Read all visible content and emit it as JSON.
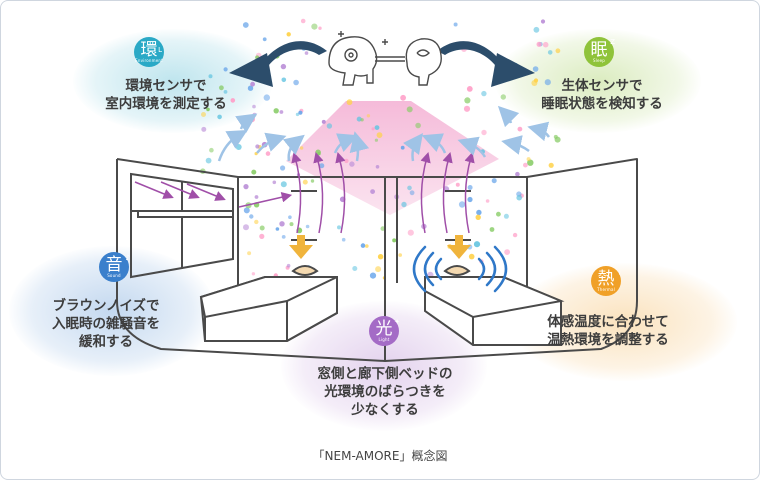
{
  "caption": "「NEM-AMORE」概念図",
  "badges": {
    "environment": {
      "char": "環",
      "sub": "Environment",
      "mark": "L"
    },
    "sleep": {
      "char": "眠",
      "sub": "Sleep",
      "mark": "Z"
    },
    "sound": {
      "char": "音",
      "sub": "Sound",
      "mark": "♪"
    },
    "light": {
      "char": "光",
      "sub": "Light",
      "mark": "✦"
    },
    "thermal": {
      "char": "熱",
      "sub": "Thermal",
      "mark": "≀"
    }
  },
  "labels": {
    "environment": [
      "環境センサで",
      "室内環境を測定する"
    ],
    "sleep": [
      "生体センサで",
      "睡眠状態を検知する"
    ],
    "sound": [
      "ブラウンノイズで",
      "入眠時の雑騒音を",
      "緩和する"
    ],
    "light": [
      "窓側と廊下側ベッドの",
      "光環境のばらつきを",
      "少なくする"
    ],
    "thermal": [
      "体感温度に合わせて",
      "温熱環境を調整する"
    ]
  },
  "colors": {
    "environment": "#2aa9c6",
    "sleep": "#8fc33a",
    "sound": "#3a7fcc",
    "light": "#a46bc6",
    "thermal": "#f0a027",
    "arrow_dark": "#2c4d6b",
    "arrow_light": "#9fc3e6",
    "purple_arrow": "#a04fa8",
    "orange_arrow": "#f0b43c",
    "sound_waves": "#2f78c8"
  },
  "icons": [
    "brain-cloud-icon",
    "gear-icon",
    "brain-icon",
    "speaker-wave-icon"
  ]
}
